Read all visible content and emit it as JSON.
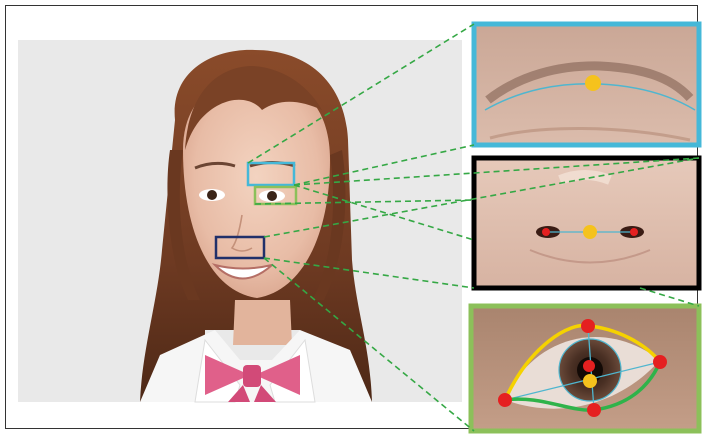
{
  "figure": {
    "description_free": true,
    "colors": {
      "eyebrow": "#45b8d8",
      "eye": "#8cc05a",
      "nose": "#20306a",
      "connector": "#35a845",
      "landmark_center": "#f5c21d",
      "landmark_corner": "#e52020",
      "eye_upper_curve": "#f5d200",
      "eye_lower_curve": "#2fb34a",
      "guide_line": "#4fb6cf"
    },
    "regions": [
      {
        "id": "eyebrow",
        "panel_border_color": "#45b8d8"
      },
      {
        "id": "nose",
        "panel_border_color": "#000000"
      },
      {
        "id": "eye",
        "panel_border_color": "#8cc05a"
      }
    ],
    "icons": [
      "portrait-photo",
      "eyebrow-closeup",
      "nose-closeup",
      "eye-closeup"
    ]
  }
}
